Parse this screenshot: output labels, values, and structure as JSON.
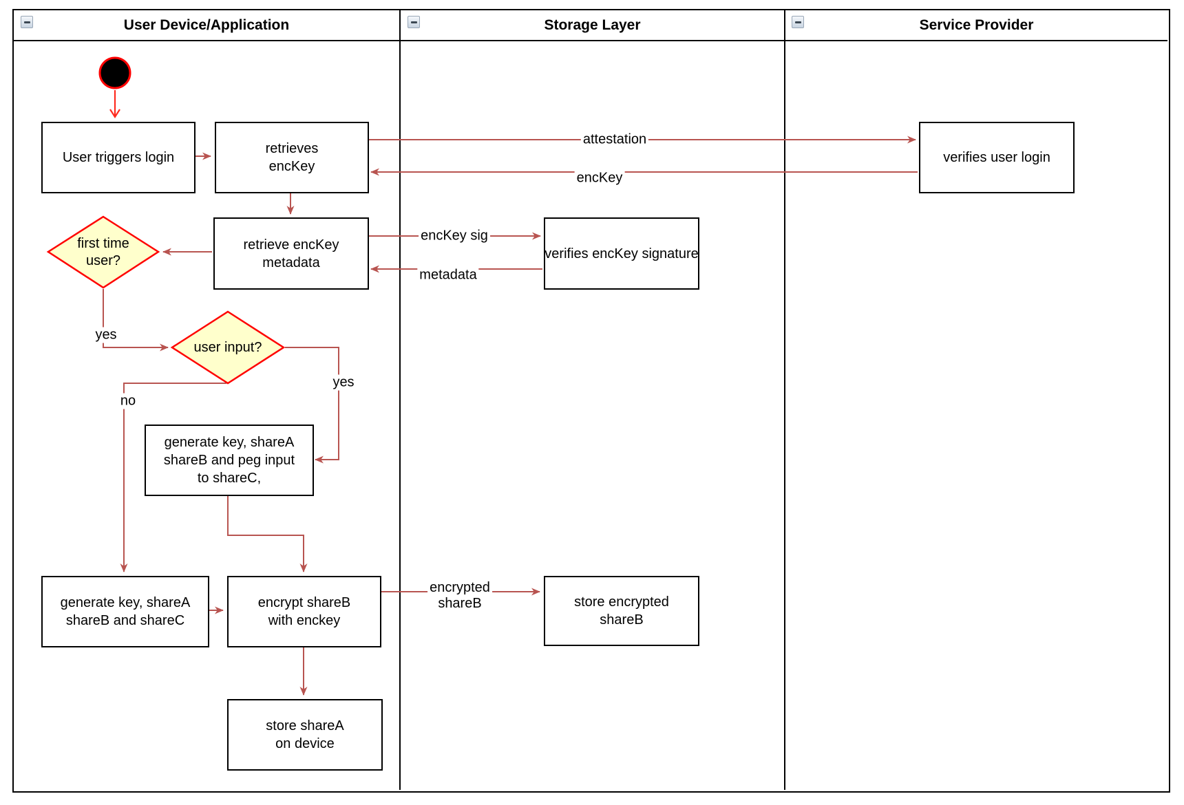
{
  "lanes": [
    {
      "title": "User Device/Application"
    },
    {
      "title": "Storage Layer"
    },
    {
      "title": "Service Provider"
    }
  ],
  "nodes": {
    "user_triggers_login": {
      "label": "User triggers login"
    },
    "retrieves_enckey": {
      "label": "retrieves\nencKey"
    },
    "verifies_user_login": {
      "label": "verifies user login"
    },
    "retrieve_enckey_metadata": {
      "label": "retrieve encKey\nmetadata"
    },
    "verifies_enckey_signature": {
      "label": "verifies encKey signature"
    },
    "first_time_user": {
      "label": "first time\nuser?"
    },
    "user_input": {
      "label": "user input?"
    },
    "generate_peg": {
      "label": "generate key, shareA\nshareB and peg input\nto shareC,"
    },
    "generate_sharec": {
      "label": "generate key, shareA\nshareB and shareC"
    },
    "encrypt_shareb": {
      "label": "encrypt shareB\nwith enckey"
    },
    "store_encrypted_shareb": {
      "label": "store encrypted\nshareB"
    },
    "store_sharea": {
      "label": "store shareA\non device"
    }
  },
  "edge_labels": {
    "attestation": "attestation",
    "enckey": "encKey",
    "enckey_sig": "encKey sig",
    "metadata": "metadata",
    "yes_first_time": "yes",
    "yes_user_input": "yes",
    "no_user_input": "no",
    "encrypted_shareb": "encrypted\nshareB"
  },
  "colors": {
    "arrow": "#b85450",
    "accent_red": "#ff0000",
    "decision_fill": "#ffffcc",
    "node_border": "#000000",
    "start_node_fill": "#000000"
  }
}
